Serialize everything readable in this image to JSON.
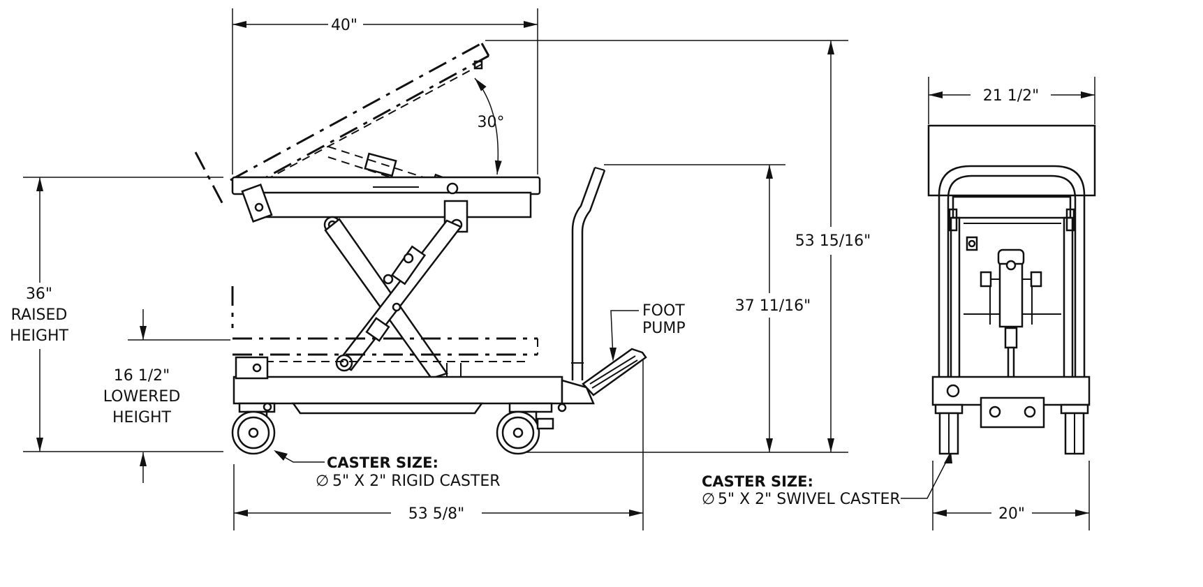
{
  "dimensions": {
    "top_width": "40\"",
    "angle": "30°",
    "overall_height": "53 15/16\"",
    "handle_height": "37 11/16\"",
    "raised_value": "36\"",
    "raised_label_1": "RAISED",
    "raised_label_2": "HEIGHT",
    "lowered_value": "16 1/2\"",
    "lowered_label_1": "LOWERED",
    "lowered_label_2": "HEIGHT",
    "overall_length": "53 5/8\"",
    "side_platform_width": "21 1/2\"",
    "side_base_width": "20\""
  },
  "callouts": {
    "foot_pump_1": "FOOT",
    "foot_pump_2": "PUMP",
    "rigid_caster_title": "CASTER SIZE:",
    "rigid_caster_spec": "5\" X 2\" RIGID CASTER",
    "swivel_caster_title": "CASTER SIZE:",
    "swivel_caster_spec": "5\" X 2\" SWIVEL CASTER",
    "diameter_symbol": "∅"
  }
}
